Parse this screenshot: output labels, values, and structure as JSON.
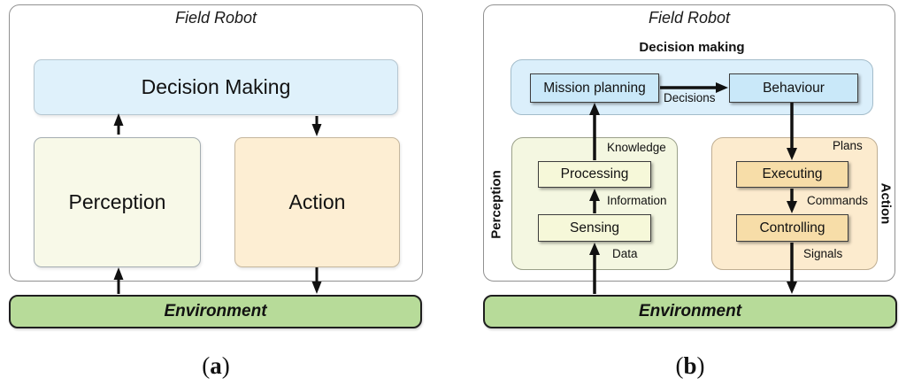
{
  "colors": {
    "decision_blue": "#dff1fb",
    "decision_blue_b": "#dbeffb",
    "inner_blue": "#c9e8f9",
    "perception_cream": "#f8f9e8",
    "perception_cream_b": "#f4f7e1",
    "inner_yellow": "#f6f8d9",
    "action_peach": "#fdeed3",
    "action_peach_b": "#fcebce",
    "inner_orange": "#f7dda8",
    "environment_green": "#b7db99",
    "outline_gray": "#919191"
  },
  "panel_a": {
    "title": "Field Robot",
    "decision_label": "Decision Making",
    "perception_label": "Perception",
    "action_label": "Action",
    "environment_label": "Environment",
    "caption_open": "(",
    "caption_letter": "a",
    "caption_close": ")"
  },
  "panel_b": {
    "title": "Field Robot",
    "header_label": "Decision making",
    "mission_planning_label": "Mission planning",
    "behaviour_label": "Behaviour",
    "decisions_label": "Decisions",
    "perception_group_label": "Perception",
    "knowledge_label": "Knowledge",
    "processing_label": "Processing",
    "information_label": "Information",
    "sensing_label": "Sensing",
    "data_label": "Data",
    "action_group_label": "Action",
    "plans_label": "Plans",
    "executing_label": "Executing",
    "commands_label": "Commands",
    "controlling_label": "Controlling",
    "signals_label": "Signals",
    "environment_label": "Environment",
    "caption_open": "(",
    "caption_letter": "b",
    "caption_close": ")"
  }
}
